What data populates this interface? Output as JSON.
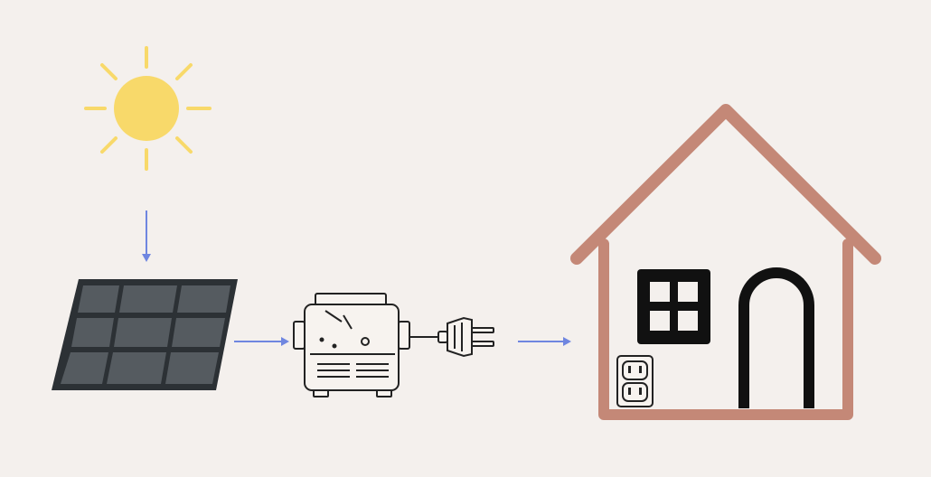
{
  "diagram": {
    "description_nodes": [
      {
        "id": "sun",
        "icon": "sun-icon"
      },
      {
        "id": "solar-panel",
        "icon": "solar-panel-icon"
      },
      {
        "id": "microinverter",
        "icon": "microinverter-icon"
      },
      {
        "id": "plug",
        "icon": "plug-icon"
      },
      {
        "id": "house",
        "icon": "house-icon"
      },
      {
        "id": "outlet",
        "icon": "outlet-icon"
      }
    ],
    "edges": [
      {
        "from": "sun",
        "to": "solar-panel"
      },
      {
        "from": "solar-panel",
        "to": "microinverter"
      },
      {
        "from": "plug",
        "to": "house"
      }
    ]
  },
  "colors": {
    "background": "#f4f0ed",
    "sun": "#f8d96a",
    "arrow": "#6f86e0",
    "panel": "#4d5358",
    "panel_frame": "#2c3135",
    "house": "#c48877",
    "black": "#111111"
  }
}
